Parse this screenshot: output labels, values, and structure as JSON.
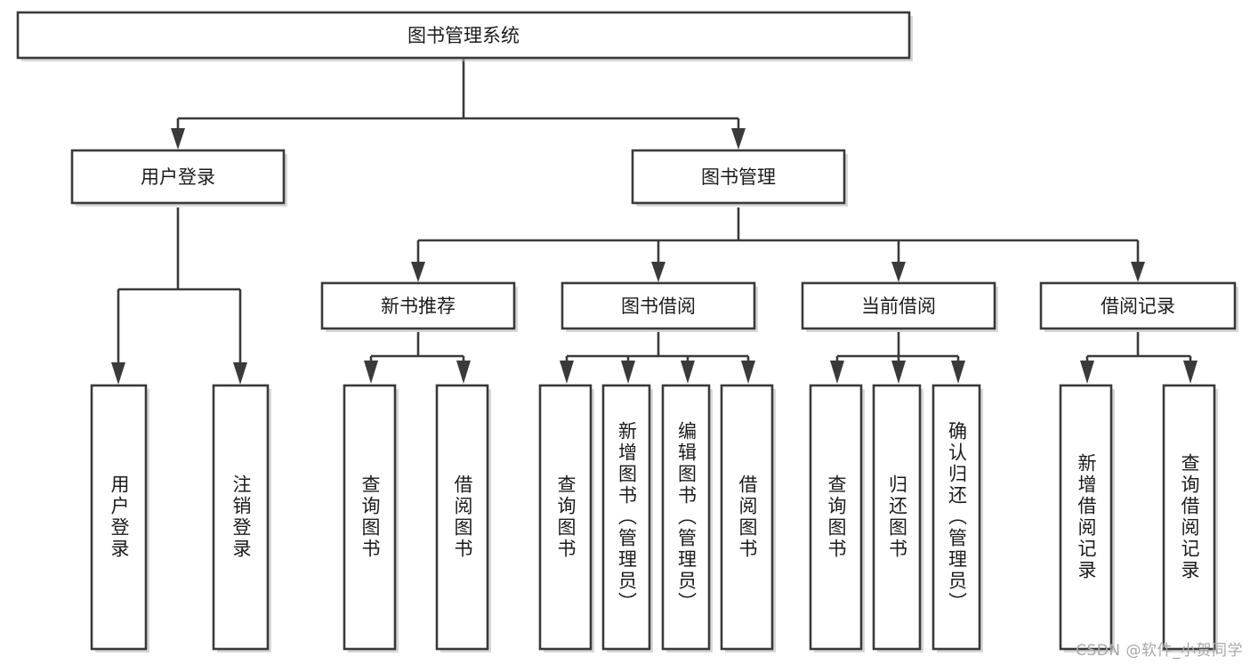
{
  "diagram": {
    "title": "图书管理系统",
    "type": "hierarchy-tree",
    "watermark": "CSDN @软件_小贺同学",
    "colors": {
      "box_stroke": "#3a3a3a",
      "box_fill": "#ffffff",
      "text": "#1b1b1b",
      "connector": "#3a3a3a",
      "watermark": "#a8a8a8",
      "background": "#ffffff"
    },
    "root": {
      "id": "root",
      "label": "图书管理系统",
      "level": 0
    },
    "level2": [
      {
        "id": "user-login",
        "label": "用户登录",
        "level": 1
      },
      {
        "id": "book-manage",
        "label": "图书管理",
        "level": 1
      }
    ],
    "level3": [
      {
        "id": "new-book-recommend",
        "label": "新书推荐",
        "level": 2,
        "parent": "book-manage"
      },
      {
        "id": "book-borrow",
        "label": "图书借阅",
        "level": 2,
        "parent": "book-manage"
      },
      {
        "id": "current-borrow",
        "label": "当前借阅",
        "level": 2,
        "parent": "book-manage"
      },
      {
        "id": "borrow-record",
        "label": "借阅记录",
        "level": 2,
        "parent": "book-manage"
      }
    ],
    "leaves": [
      {
        "id": "leaf-user-login",
        "label": "用户登录",
        "parent": "user-login"
      },
      {
        "id": "leaf-logout-login",
        "label": "注销登录",
        "parent": "user-login"
      },
      {
        "id": "leaf-query-book-1",
        "label": "查询图书",
        "parent": "new-book-recommend"
      },
      {
        "id": "leaf-borrow-book-1",
        "label": "借阅图书",
        "parent": "new-book-recommend"
      },
      {
        "id": "leaf-query-book-2",
        "label": "查询图书",
        "parent": "book-borrow"
      },
      {
        "id": "leaf-add-book",
        "label": "新增图书（管理员）",
        "parent": "book-borrow"
      },
      {
        "id": "leaf-edit-book",
        "label": "编辑图书（管理员）",
        "parent": "book-borrow"
      },
      {
        "id": "leaf-borrow-book-2",
        "label": "借阅图书",
        "parent": "book-borrow"
      },
      {
        "id": "leaf-query-book-3",
        "label": "查询图书",
        "parent": "current-borrow"
      },
      {
        "id": "leaf-return-book",
        "label": "归还图书",
        "parent": "current-borrow"
      },
      {
        "id": "leaf-confirm-return",
        "label": "确认归还（管理员）",
        "parent": "current-borrow"
      },
      {
        "id": "leaf-add-record",
        "label": "新增借阅记录",
        "parent": "borrow-record"
      },
      {
        "id": "leaf-query-record",
        "label": "查询借阅记录",
        "parent": "borrow-record"
      }
    ]
  }
}
